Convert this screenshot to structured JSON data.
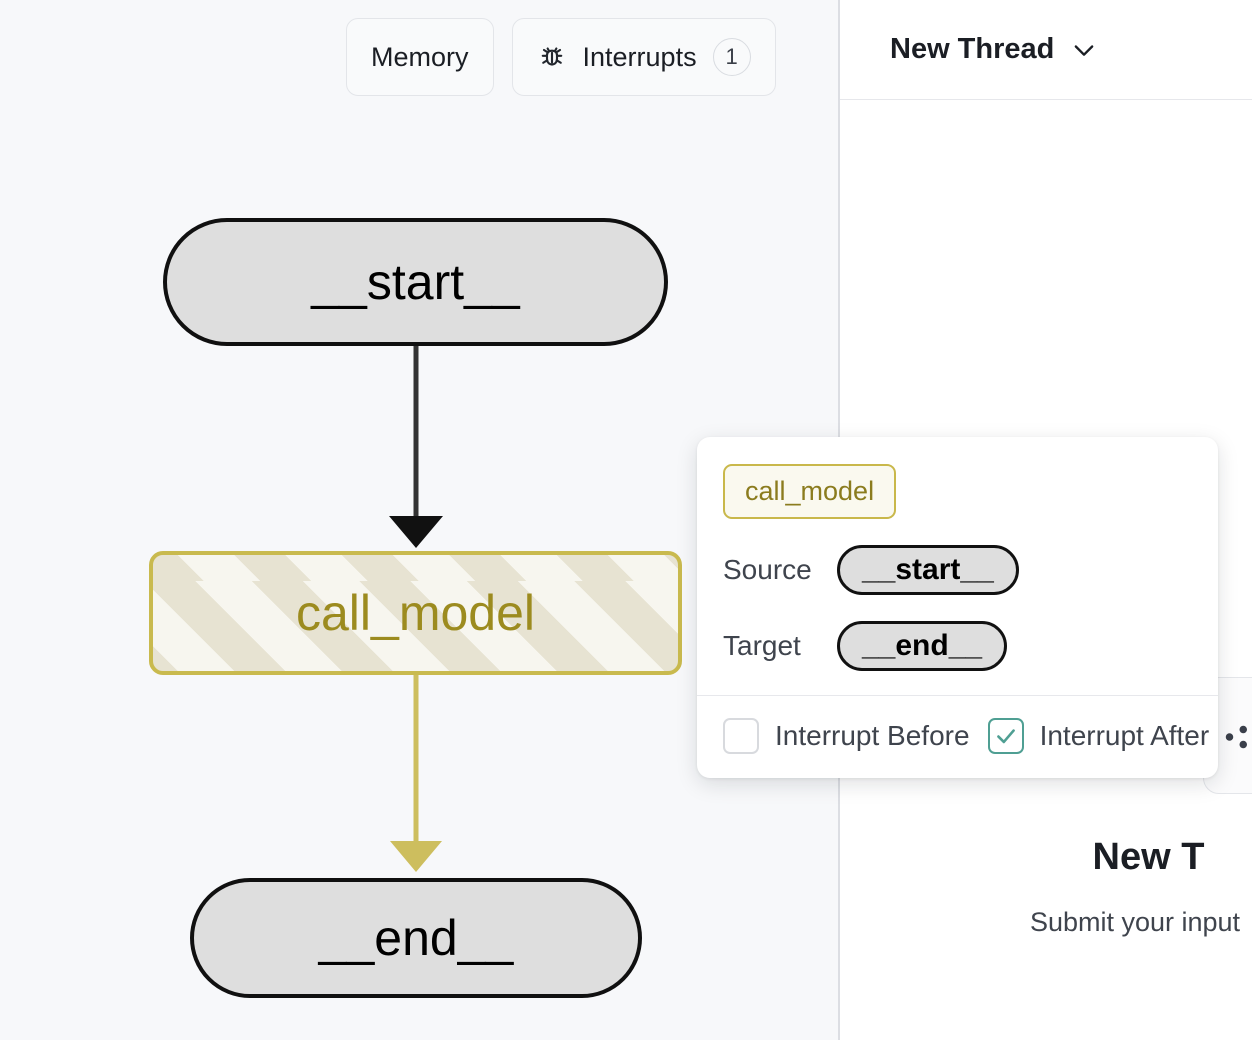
{
  "toolbar": {
    "memory_label": "Memory",
    "interrupts_label": "Interrupts",
    "interrupts_count": "1",
    "bug_icon_name": "bug-icon"
  },
  "graph": {
    "nodes": [
      {
        "id": "start",
        "label": "__start__",
        "state": "terminal"
      },
      {
        "id": "call_model",
        "label": "call_model",
        "state": "active-striped"
      },
      {
        "id": "end",
        "label": "__end__",
        "state": "terminal"
      }
    ],
    "edges": [
      {
        "from": "__start__",
        "to": "call_model",
        "color": "#333333"
      },
      {
        "from": "call_model",
        "to": "__end__",
        "color": "#cdbe5e"
      }
    ],
    "colors": {
      "canvas_bg": "#f7f8fa",
      "terminal_fill": "#dedede",
      "terminal_stroke": "#101010",
      "active_stroke": "#c9ba4e",
      "active_text": "#9c8b1f",
      "active_fill": "#f7f6ef",
      "active_stripe": "#e7e3d2"
    }
  },
  "popup": {
    "node_chip": "call_model",
    "source_label": "Source",
    "source_value": "__start__",
    "target_label": "Target",
    "target_value": "__end__",
    "interrupt_before_label": "Interrupt Before",
    "interrupt_before_checked": false,
    "interrupt_after_label": "Interrupt After",
    "interrupt_after_checked": true,
    "checked_color": "#4f9f93"
  },
  "right_panel": {
    "thread_title": "New Thread",
    "chevron_icon_name": "chevron-down-icon",
    "empty_title": "New T",
    "empty_subtitle": "Submit your input",
    "card_icon_name": "share-nodes-icon"
  }
}
